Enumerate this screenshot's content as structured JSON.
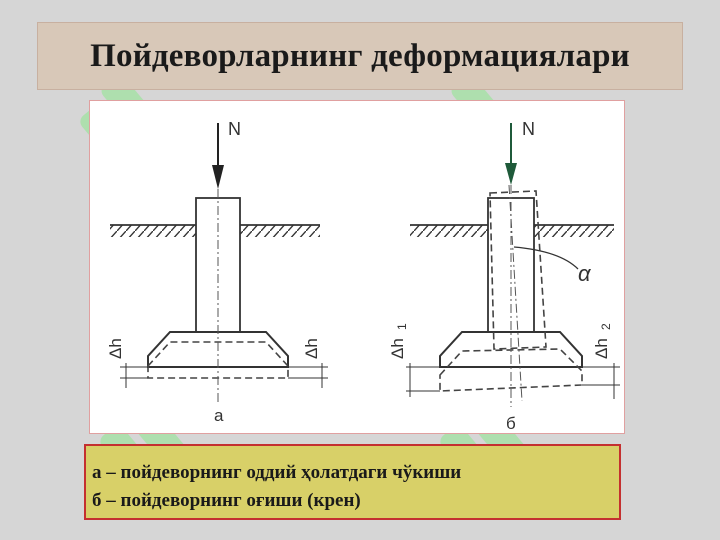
{
  "title": "Пойдеворларнинг деформациялари",
  "figure": {
    "left": {
      "load_label": "N",
      "settlement_left_label": "Δh",
      "settlement_right_label": "Δh",
      "caption": "а"
    },
    "right": {
      "load_label": "N",
      "angle_label": "α",
      "settlement_left_label": "Δh",
      "settlement_left_sub": "1",
      "settlement_right_label": "Δh",
      "settlement_right_sub": "2",
      "caption": "б"
    }
  },
  "legend": {
    "line_a": "а – пойдеворнинг оддий ҳолатдаги чўкиши",
    "line_b": "б – пойдеворнинг оғиши (крен)"
  },
  "colors": {
    "background": "#d6d6d6",
    "title_bg": "#d8c8b8",
    "legend_bg": "#d8d068",
    "legend_border": "#c43030",
    "watermark": "#7de07d"
  }
}
